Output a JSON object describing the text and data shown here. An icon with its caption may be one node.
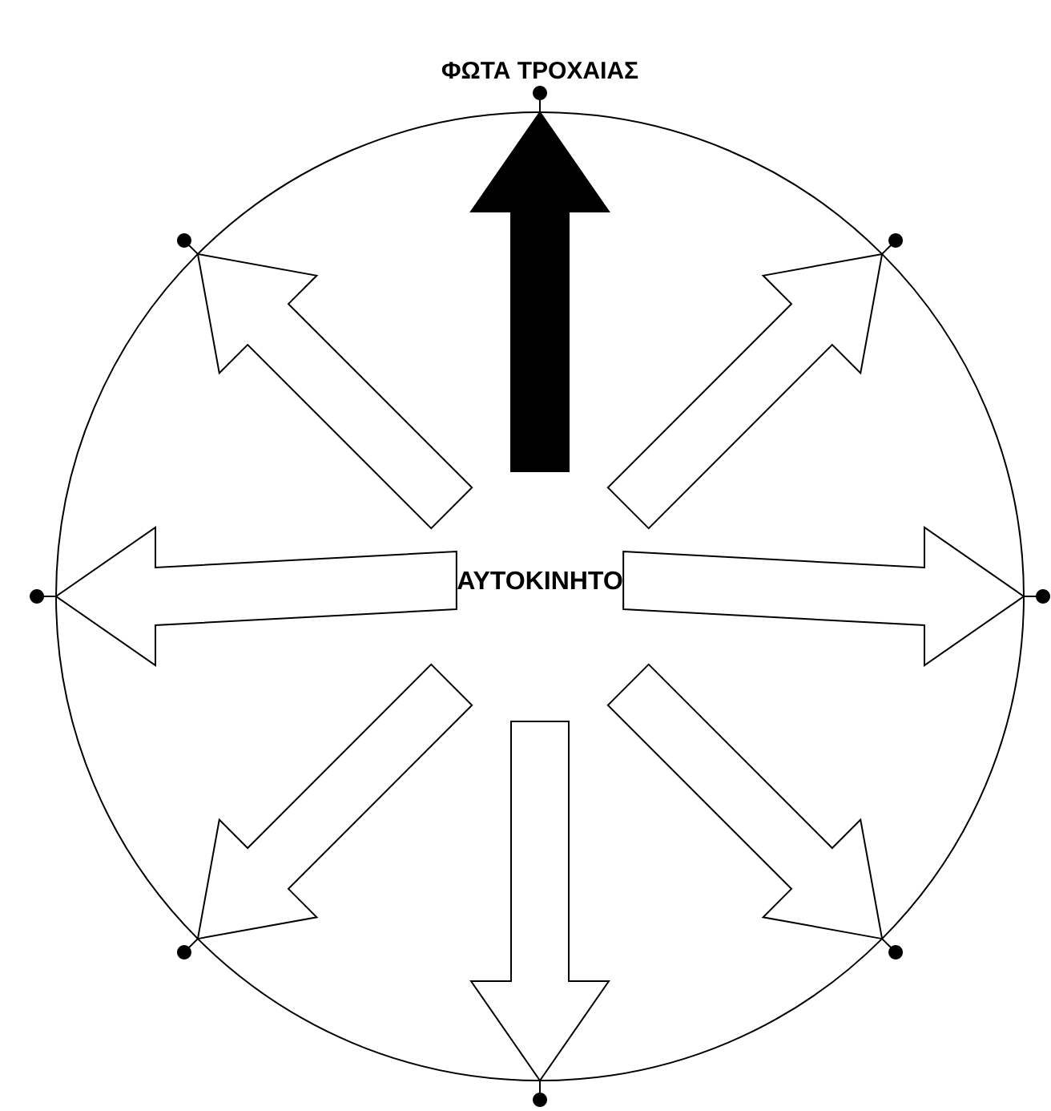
{
  "diagram": {
    "nodes": [
      {
        "text": [
          "ΑΥΤΟΚΙΝΗΤΟ"
        ]
      },
      {
        "text": [],
        "shape": "circle",
        "beside": [
          "ΦΩΤΑ ΤΡΟΧΑΙΑΣ"
        ]
      },
      {
        "text": [],
        "shape": "circle"
      },
      {
        "text": [],
        "shape": "circle"
      },
      {
        "text": [],
        "shape": "circle"
      },
      {
        "text": [],
        "shape": "circle"
      },
      {
        "text": [],
        "shape": "circle"
      },
      {
        "text": [],
        "shape": "circle"
      },
      {
        "text": [],
        "shape": "circle"
      }
    ],
    "edges": [
      {
        "from": null,
        "to": 1,
        "arrow": "to",
        "color": "#000000"
      },
      {
        "from": null,
        "to": 2,
        "arrow": "to"
      },
      {
        "from": null,
        "to": 3,
        "arrow": "to"
      },
      {
        "from": 0,
        "to": 4,
        "arrow": "to"
      },
      {
        "from": 0,
        "to": 5,
        "arrow": "to"
      },
      {
        "from": null,
        "to": 6,
        "arrow": "to"
      },
      {
        "from": null,
        "to": 7,
        "arrow": "to"
      },
      {
        "from": null,
        "to": 8,
        "arrow": "to"
      }
    ]
  }
}
